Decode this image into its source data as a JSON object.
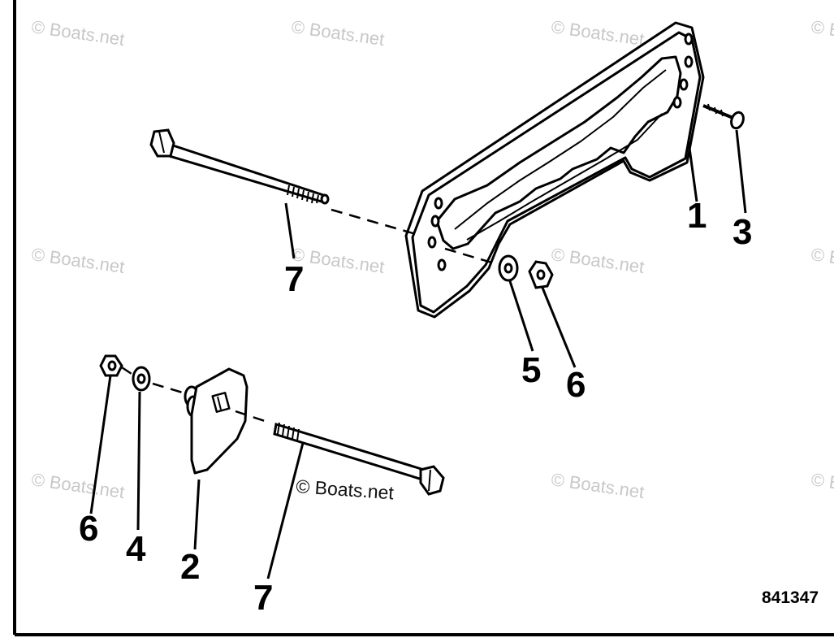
{
  "callouts": {
    "c1": "1",
    "c2": "2",
    "c3": "3",
    "c4": "4",
    "c5": "5",
    "c6a": "6",
    "c6b": "6",
    "c7a": "7",
    "c7b": "7"
  },
  "figure_number": "841347",
  "watermark": "© Boats.net",
  "center_watermark": "© Boats.net"
}
